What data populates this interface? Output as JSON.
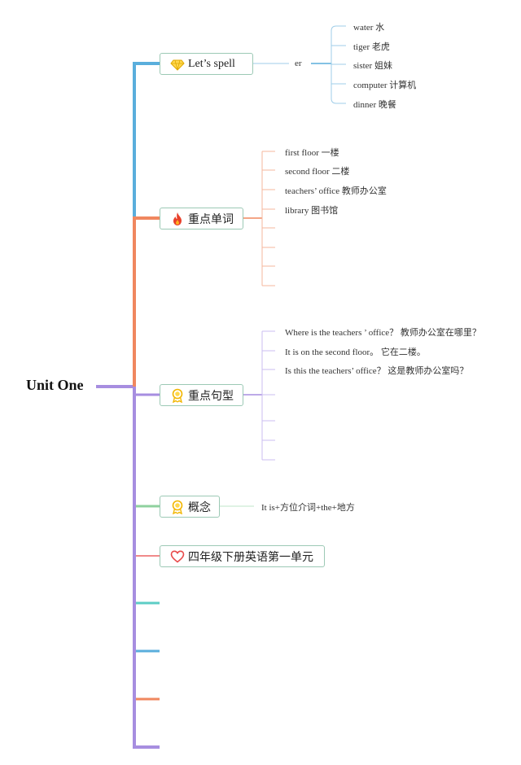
{
  "root": {
    "label": "Unit One"
  },
  "colors": {
    "blue": "#5aaedc",
    "orange": "#f0875f",
    "purple": "#a78ee0",
    "green": "#8fd19e",
    "pink": "#f08a8a",
    "teal": "#5ccdc5",
    "node_border": "#9cc9b5"
  },
  "branches": {
    "spell": {
      "label": "Let’s spell",
      "icon": "diamond-icon",
      "sub": "er",
      "leaves": [
        "water 水",
        "tiger 老虎",
        "sister 姐妹",
        "computer 计算机",
        "dinner 晚餐"
      ]
    },
    "words": {
      "label": "重点单词",
      "icon": "fire-icon",
      "leaves": [
        "first floor 一楼",
        "second floor 二楼",
        "teachers’ office 教师办公室",
        "library 图书馆"
      ]
    },
    "sentences": {
      "label": "重点句型",
      "icon": "award-icon",
      "leaves": [
        "Where is the teachers ’ office？ 教师办公室在哪里？",
        "It is on the second floor。 它在二楼。",
        "Is this the teachers’ office？ 这是教师办公室吗？"
      ]
    },
    "concept": {
      "label": "概念",
      "icon": "award-icon",
      "leaves": [
        "It is+方位介词+the+地方"
      ]
    },
    "grade": {
      "label": "四年级下册英语第一单元",
      "icon": "heart-icon"
    }
  }
}
